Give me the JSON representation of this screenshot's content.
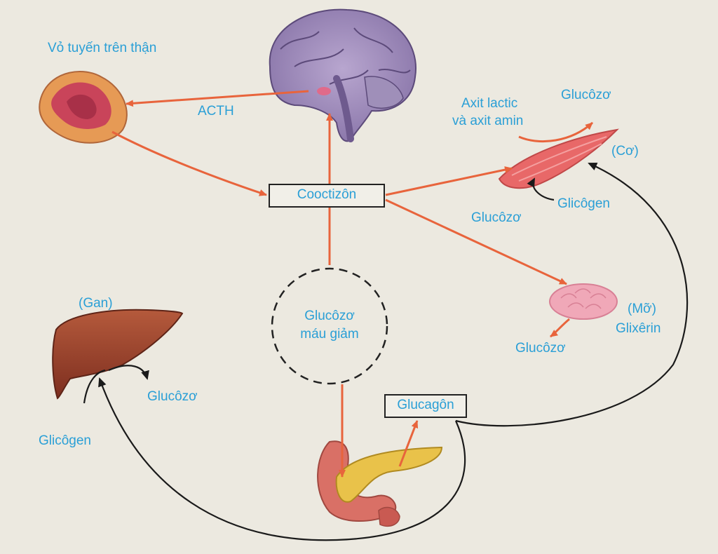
{
  "organs": {
    "adrenal_cortex": "Vỏ tuyến trên thận",
    "liver": "(Gan)",
    "muscle": "(Cơ)",
    "fat": "(Mỡ)"
  },
  "hormones": {
    "acth": "ACTH",
    "cortisol": "Cooctizôn",
    "glucagon": "Glucagôn"
  },
  "stimulus": {
    "line1": "Glucôzơ",
    "line2": "máu giảm"
  },
  "muscle": {
    "precursor_line1": "Axit lactic",
    "precursor_line2": "và axit amin",
    "glucose_top": "Glucôzơ",
    "glycogen": "Glicôgen",
    "glucose_bottom": "Glucôzơ"
  },
  "fat": {
    "glycerol": "Glixêrin",
    "glucose": "Glucôzơ"
  },
  "liver": {
    "glucose": "Glucôzơ",
    "glycogen": "Glicôgen"
  },
  "colors": {
    "label": "#2a9fd6",
    "arrow_hormone": "#e8643c",
    "arrow_feedback": "#1a1a1a"
  }
}
